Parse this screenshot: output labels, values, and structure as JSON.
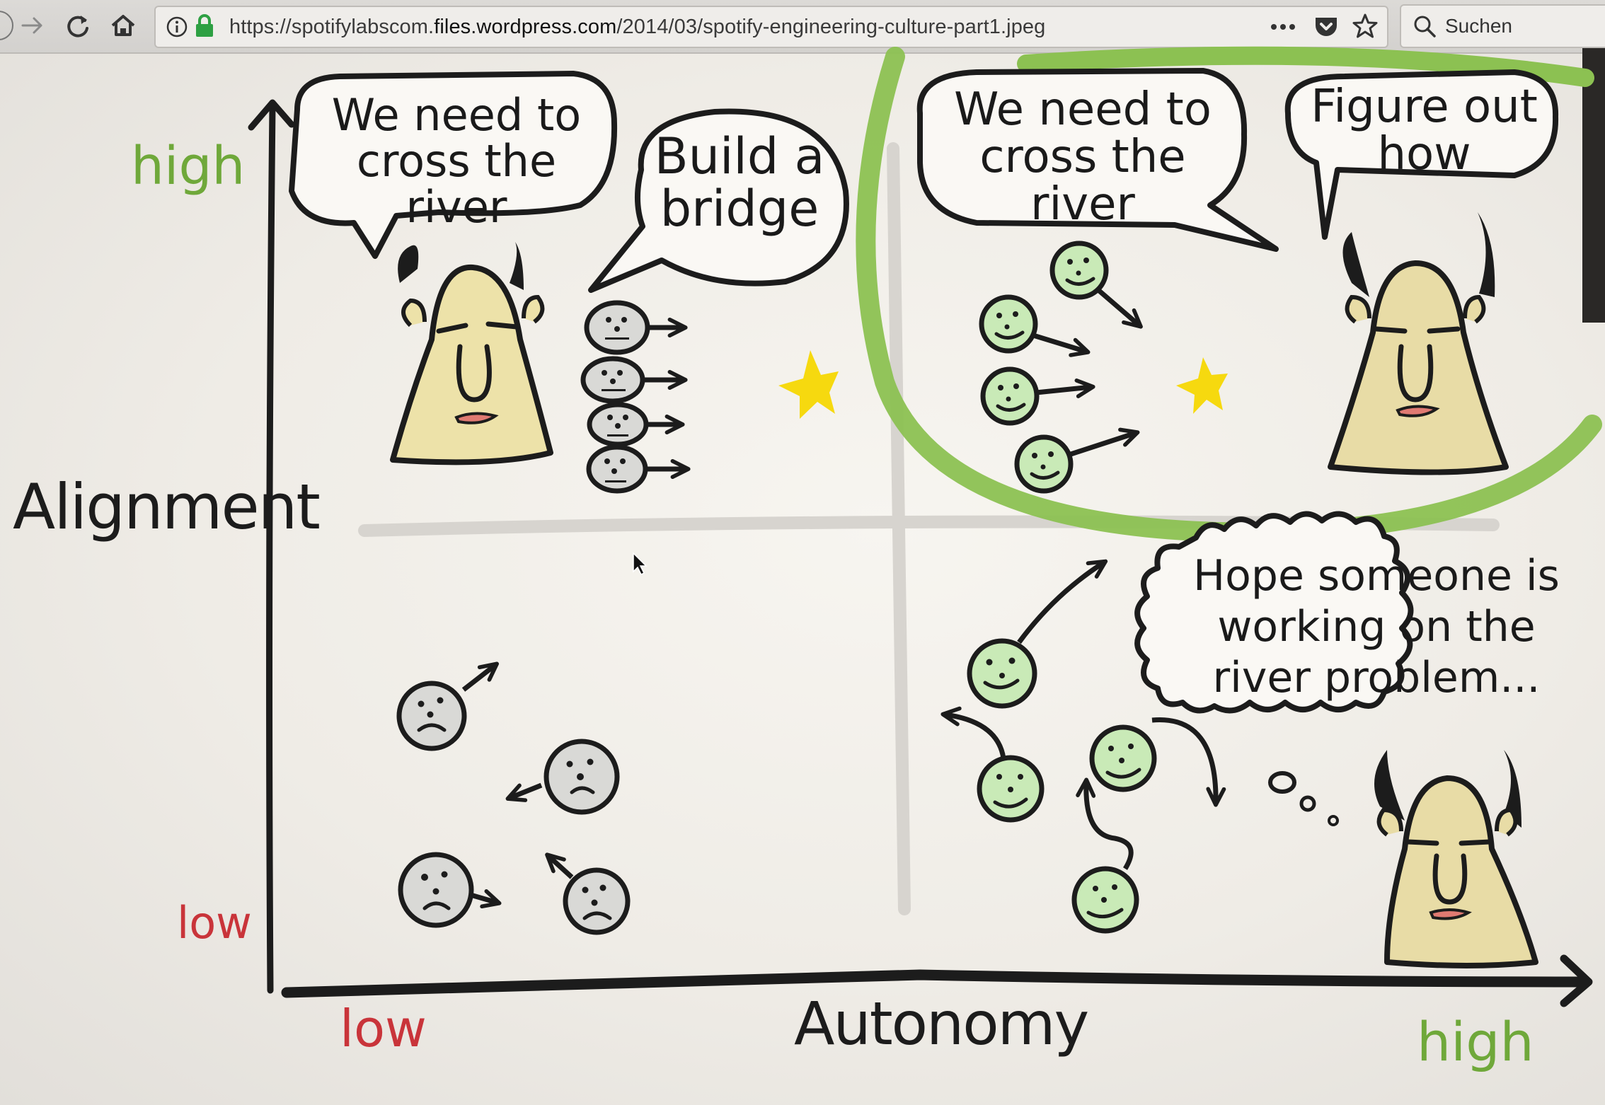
{
  "browser": {
    "url_prefix": "https://spotifylabscom.",
    "url_host": "files.wordpress.com",
    "url_path": "/2014/03/spotify-engineering-culture-part1.jpeg",
    "search_placeholder": "Suchen",
    "icons": [
      "back-icon",
      "forward-icon",
      "reload-icon",
      "home-icon",
      "info-icon",
      "lock-icon",
      "more-icon",
      "pocket-icon",
      "bookmark-star-icon",
      "search-icon"
    ],
    "lock_color": "#2ea043"
  },
  "diagram": {
    "y_axis": {
      "label": "Alignment",
      "high": "high",
      "low": "low"
    },
    "x_axis": {
      "label": "Autonomy",
      "low": "low",
      "high": "high"
    },
    "colors": {
      "high": "#6fa83a",
      "low": "#c9343a",
      "highlight_ring": "#8cc152",
      "star": "#f6d90f",
      "happy_face": "#c9eab7",
      "sad_face": "#d9d9d6",
      "leader_face": "#ede2a9",
      "lips": "#e07a72"
    },
    "quadrants": {
      "top_left": {
        "leader_speech": [
          "We need to",
          "cross the river"
        ],
        "team_speech": [
          "Build a",
          "bridge"
        ],
        "team_mood": "neutral",
        "team_count": 4
      },
      "top_right": {
        "leader_speech": [
          "We need to",
          "cross the river"
        ],
        "leader_speech_2": [
          "Figure out",
          "how"
        ],
        "team_mood": "happy",
        "team_count": 4,
        "highlighted": true
      },
      "bottom_left": {
        "team_mood": "sad",
        "team_count": 4
      },
      "bottom_right": {
        "leader_thought": [
          "Hope someone is",
          "working on the",
          "river problem..."
        ],
        "team_mood": "happy",
        "team_count": 4
      }
    }
  }
}
